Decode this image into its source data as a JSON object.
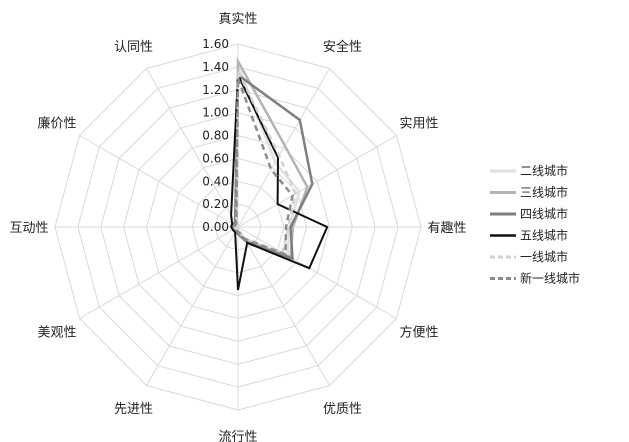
{
  "chart_data": {
    "type": "radar",
    "axes": [
      "真实性",
      "安全性",
      "实用性",
      "有趣性",
      "方便性",
      "优质性",
      "流行性",
      "先进性",
      "美观性",
      "互动性",
      "廉价性",
      "认同性"
    ],
    "rlim": [
      0,
      1.6
    ],
    "ticks": [
      "0.00",
      "0.20",
      "0.40",
      "0.60",
      "0.80",
      "1.00",
      "1.20",
      "1.40",
      "1.60"
    ],
    "grid": true,
    "legend_position": "right",
    "series": [
      {
        "name": "二线城市",
        "color": "#e0e0e0",
        "dash": "solid",
        "width": 2.5,
        "values": [
          1.42,
          0.65,
          0.62,
          0.45,
          0.5,
          0.12,
          0.04,
          0.03,
          0.03,
          0.03,
          0.03,
          0.03
        ]
      },
      {
        "name": "三线城市",
        "color": "#b3b3b3",
        "dash": "solid",
        "width": 2.5,
        "values": [
          1.45,
          0.82,
          0.7,
          0.48,
          0.53,
          0.14,
          0.05,
          0.04,
          0.04,
          0.04,
          0.04,
          0.04
        ]
      },
      {
        "name": "四线城市",
        "color": "#7f7f7f",
        "dash": "solid",
        "width": 2.5,
        "values": [
          1.33,
          1.08,
          0.75,
          0.46,
          0.55,
          0.15,
          0.06,
          0.05,
          0.05,
          0.05,
          0.05,
          0.05
        ]
      },
      {
        "name": "五线城市",
        "color": "#111111",
        "dash": "solid",
        "width": 2,
        "values": [
          1.33,
          0.7,
          0.4,
          0.78,
          0.72,
          0.16,
          0.55,
          0.05,
          0.05,
          0.06,
          0.06,
          0.12
        ]
      },
      {
        "name": "一线城市",
        "color": "#d2d2d2",
        "dash": "dashed",
        "width": 2.5,
        "values": [
          1.36,
          0.72,
          0.58,
          0.44,
          0.45,
          0.12,
          0.04,
          0.03,
          0.03,
          0.03,
          0.03,
          0.03
        ]
      },
      {
        "name": "新一线城市",
        "color": "#8c8c8c",
        "dash": "dashed",
        "width": 2.5,
        "values": [
          1.3,
          0.58,
          0.55,
          0.42,
          0.48,
          0.12,
          0.04,
          0.03,
          0.03,
          0.03,
          0.03,
          0.03
        ]
      }
    ]
  }
}
